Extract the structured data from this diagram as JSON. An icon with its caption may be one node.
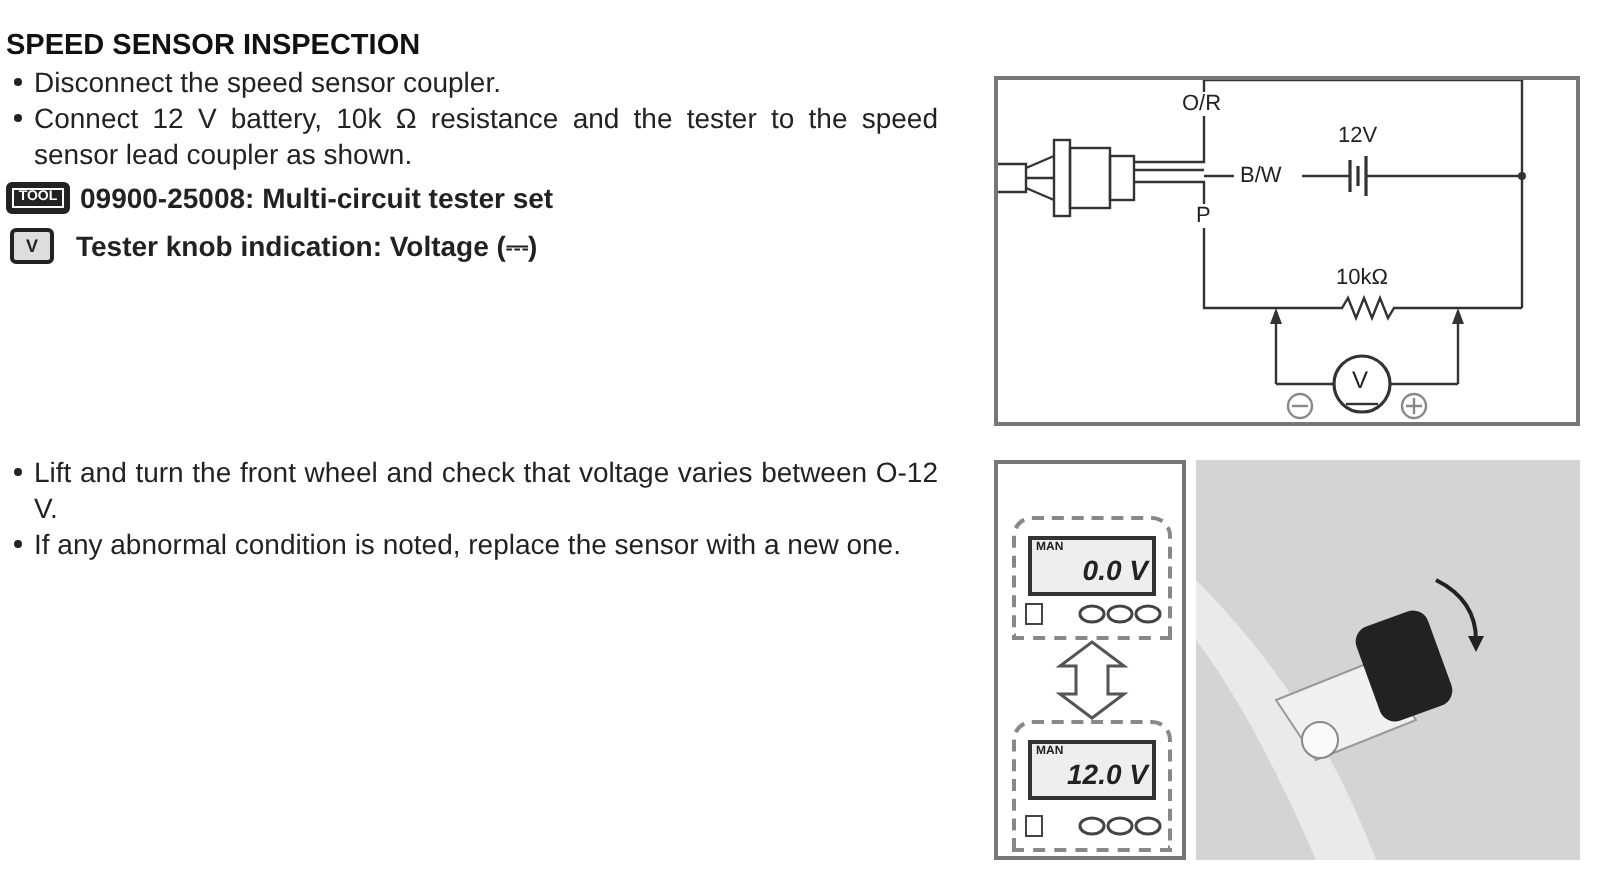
{
  "diagram": {
    "title": "SPEED SENSOR INSPECTION",
    "nodes": [
      {
        "text": [
          "MAN",
          "0.0 V"
        ]
      },
      {
        "text": [
          "MAN",
          "12.0 V"
        ]
      }
    ],
    "edges": [
      {
        "from": 0,
        "to": 1,
        "arrow": "both"
      }
    ],
    "labels": [
      "Disconnect the speed sensor coupler.",
      "Connect 12 V battery, 10k Ω resistance and the tester to the speed sensor lead coupler as shown.",
      "TOOL",
      "09900-25008: Multi-circuit tester set",
      "V",
      "Tester knob indication: Voltage (⎓)",
      "O/R",
      "B/W",
      "12V",
      "P",
      "10kΩ",
      "V",
      "Lift and turn the front wheel and check that voltage varies between O-12 V.",
      "If any abnormal condition is noted, replace the sensor with a new one."
    ]
  }
}
